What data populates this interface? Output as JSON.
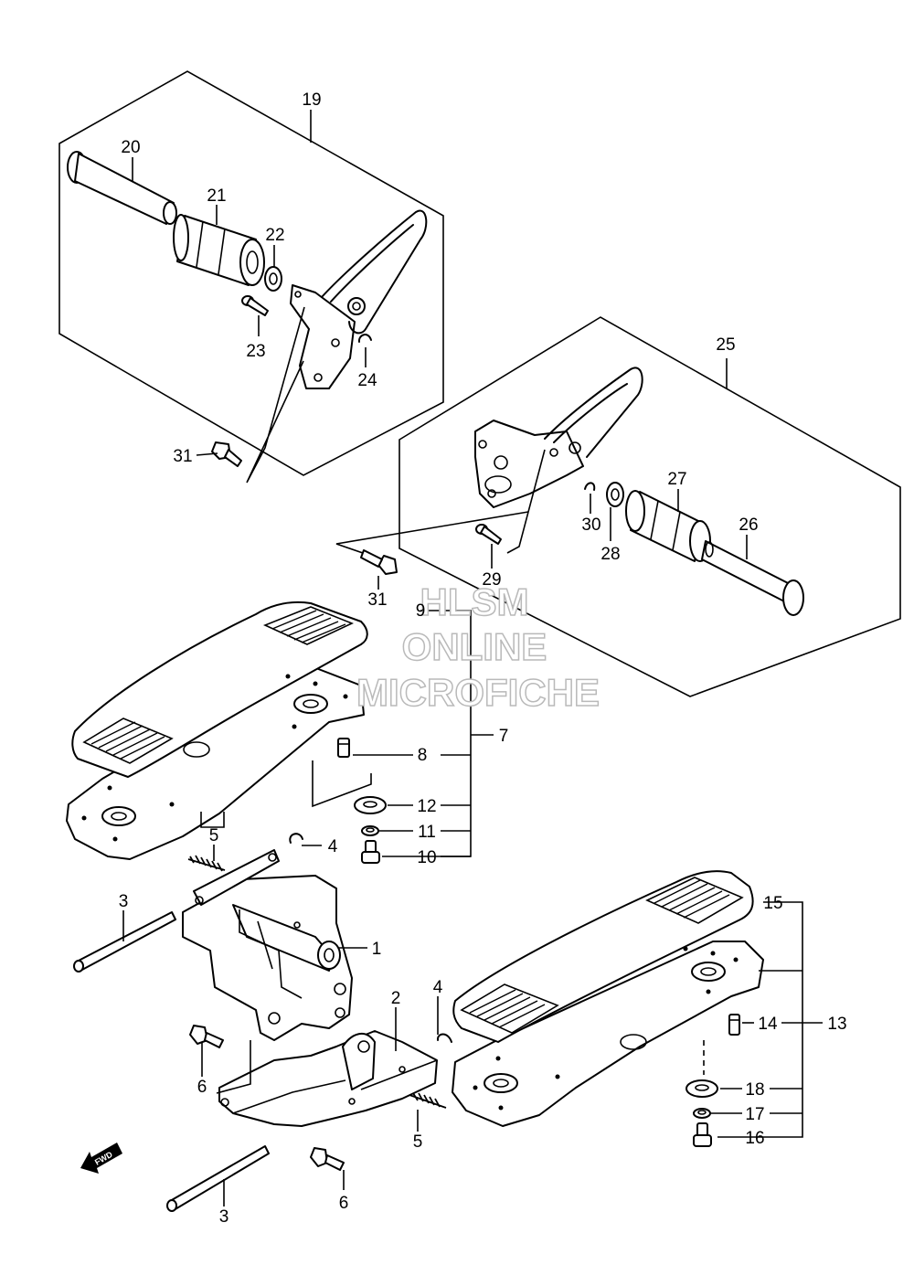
{
  "callouts": {
    "c1": "1",
    "c2": "2",
    "c3a": "3",
    "c3b": "3",
    "c4a": "4",
    "c4b": "4",
    "c5a": "5",
    "c5b": "5",
    "c6a": "6",
    "c6b": "6",
    "c7": "7",
    "c8": "8",
    "c9": "9",
    "c10": "10",
    "c11": "11",
    "c12": "12",
    "c13": "13",
    "c14": "14",
    "c15": "15",
    "c16": "16",
    "c17": "17",
    "c18": "18",
    "c19": "19",
    "c20": "20",
    "c21": "21",
    "c22": "22",
    "c23": "23",
    "c24": "24",
    "c25": "25",
    "c26": "26",
    "c27": "27",
    "c28": "28",
    "c29": "29",
    "c30": "30",
    "c31a": "31",
    "c31b": "31"
  },
  "watermark": {
    "line1": "HLSM",
    "line2": "ONLINE",
    "line3": "MICROFICHE"
  },
  "fwd": "FWD"
}
